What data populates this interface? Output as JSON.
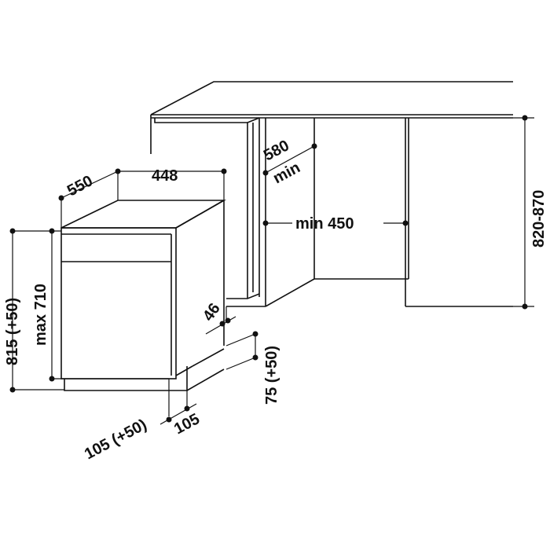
{
  "colors": {
    "ink": "#111111",
    "background": "#ffffff"
  },
  "dimensions": {
    "depth_550": "550",
    "width_448": "448",
    "cab_580": "580",
    "cab_min": "min",
    "min_450": "min 450",
    "h_820_870": "820-870",
    "h_815": "815 (+50)",
    "max_710": "max 710",
    "gap_46": "46",
    "plinth_75": "75 (+50)",
    "plinth_105_50": "105 (+50)",
    "plinth_105": "105"
  }
}
